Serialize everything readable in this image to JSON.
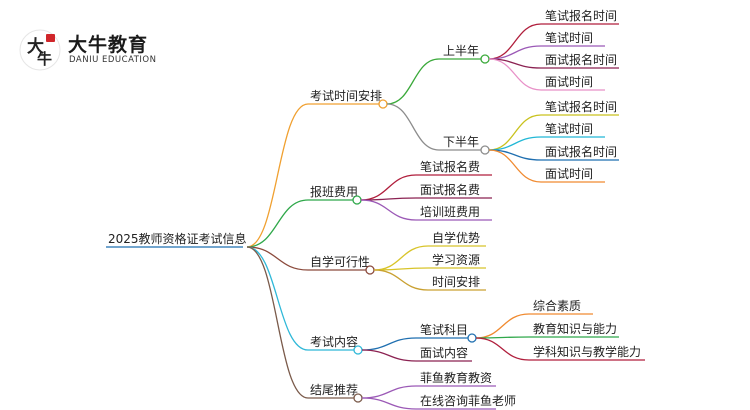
{
  "logo": {
    "name": "大牛教育",
    "subtitle": "DANIU EDUCATION",
    "mark_text": "大牛"
  },
  "mindmap": {
    "root": "2025教师资格证考试信息",
    "branches": [
      {
        "label": "考试时间安排",
        "color": "#f0a030",
        "children": [
          {
            "label": "上半年",
            "color": "#3aa93a",
            "children": [
              {
                "label": "笔试报名时间",
                "color": "#b01e3c"
              },
              {
                "label": "笔试时间",
                "color": "#9b59b6"
              },
              {
                "label": "面试报名时间",
                "color": "#8b2252"
              },
              {
                "label": "面试时间",
                "color": "#e891c8"
              }
            ]
          },
          {
            "label": "下半年",
            "color": "#8c8c8c",
            "children": [
              {
                "label": "笔试报名时间",
                "color": "#c9c21e"
              },
              {
                "label": "笔试时间",
                "color": "#22b8d6"
              },
              {
                "label": "面试报名时间",
                "color": "#1f6fb0"
              },
              {
                "label": "面试时间",
                "color": "#f08a30"
              }
            ]
          }
        ]
      },
      {
        "label": "报班费用",
        "color": "#2fa84a",
        "children": [
          {
            "label": "笔试报名费",
            "color": "#b01e3c"
          },
          {
            "label": "面试报名费",
            "color": "#8b2252"
          },
          {
            "label": "培训班费用",
            "color": "#9b59b6"
          }
        ]
      },
      {
        "label": "自学可行性",
        "color": "#8b4a3c",
        "children": [
          {
            "label": "自学优势",
            "color": "#d8c42a"
          },
          {
            "label": "学习资源",
            "color": "#d8c42a"
          },
          {
            "label": "时间安排",
            "color": "#c9a030"
          }
        ]
      },
      {
        "label": "考试内容",
        "color": "#2fb8d8",
        "children": [
          {
            "label": "笔试科目",
            "color": "#1f6fb0",
            "children": [
              {
                "label": "综合素质",
                "color": "#f08a30"
              },
              {
                "label": "教育知识与能力",
                "color": "#2fa84a"
              },
              {
                "label": "学科知识与教学能力",
                "color": "#b01e3c"
              }
            ]
          },
          {
            "label": "面试内容",
            "color": "#8b2252"
          }
        ]
      },
      {
        "label": "结尾推荐",
        "color": "#7a5a4a",
        "children": [
          {
            "label": "菲鱼教育教资",
            "color": "#9b59b6"
          },
          {
            "label": "在线咨询菲鱼老师",
            "color": "#9b59b6"
          }
        ]
      }
    ],
    "root_color": "#1f6fb0"
  }
}
